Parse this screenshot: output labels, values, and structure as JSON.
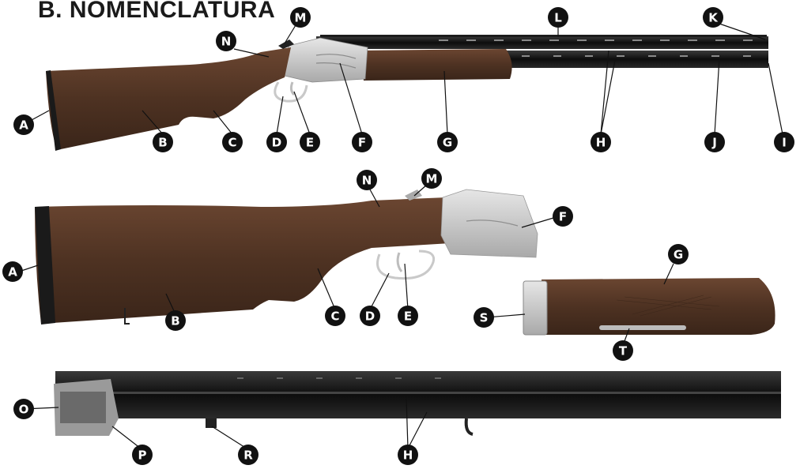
{
  "title": "B. NOMENCLATURA",
  "colors": {
    "title": "#1a1a1a",
    "callout_fill": "#111111",
    "wood": "#5a3b29",
    "wood_dark": "#3a2519",
    "metal_light": "#cfcfcf",
    "barrel": "#151515"
  },
  "callouts": [
    "A",
    "B",
    "C",
    "D",
    "E",
    "F",
    "G",
    "H",
    "I",
    "J",
    "K",
    "L",
    "M",
    "N",
    "O",
    "P",
    "R",
    "S",
    "T"
  ]
}
